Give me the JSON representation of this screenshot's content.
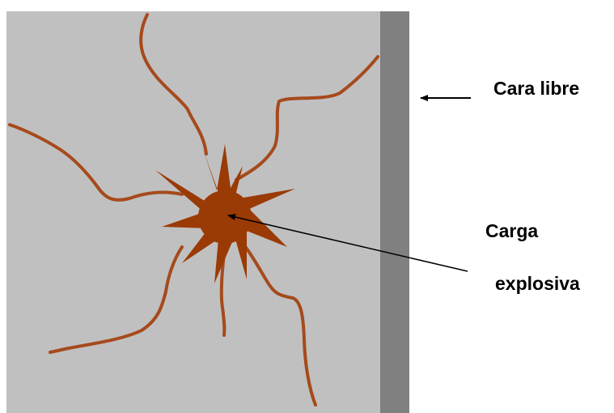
{
  "labels": {
    "free_face": "Cara libre",
    "charge_line1": "Carga",
    "charge_line2": "explosiva"
  },
  "colors": {
    "rock_block": "#c0c0c0",
    "free_face_band": "#808080",
    "explosive_charge": "#9a3a05",
    "cracks": "#a64a1c",
    "arrows": "#000000"
  }
}
